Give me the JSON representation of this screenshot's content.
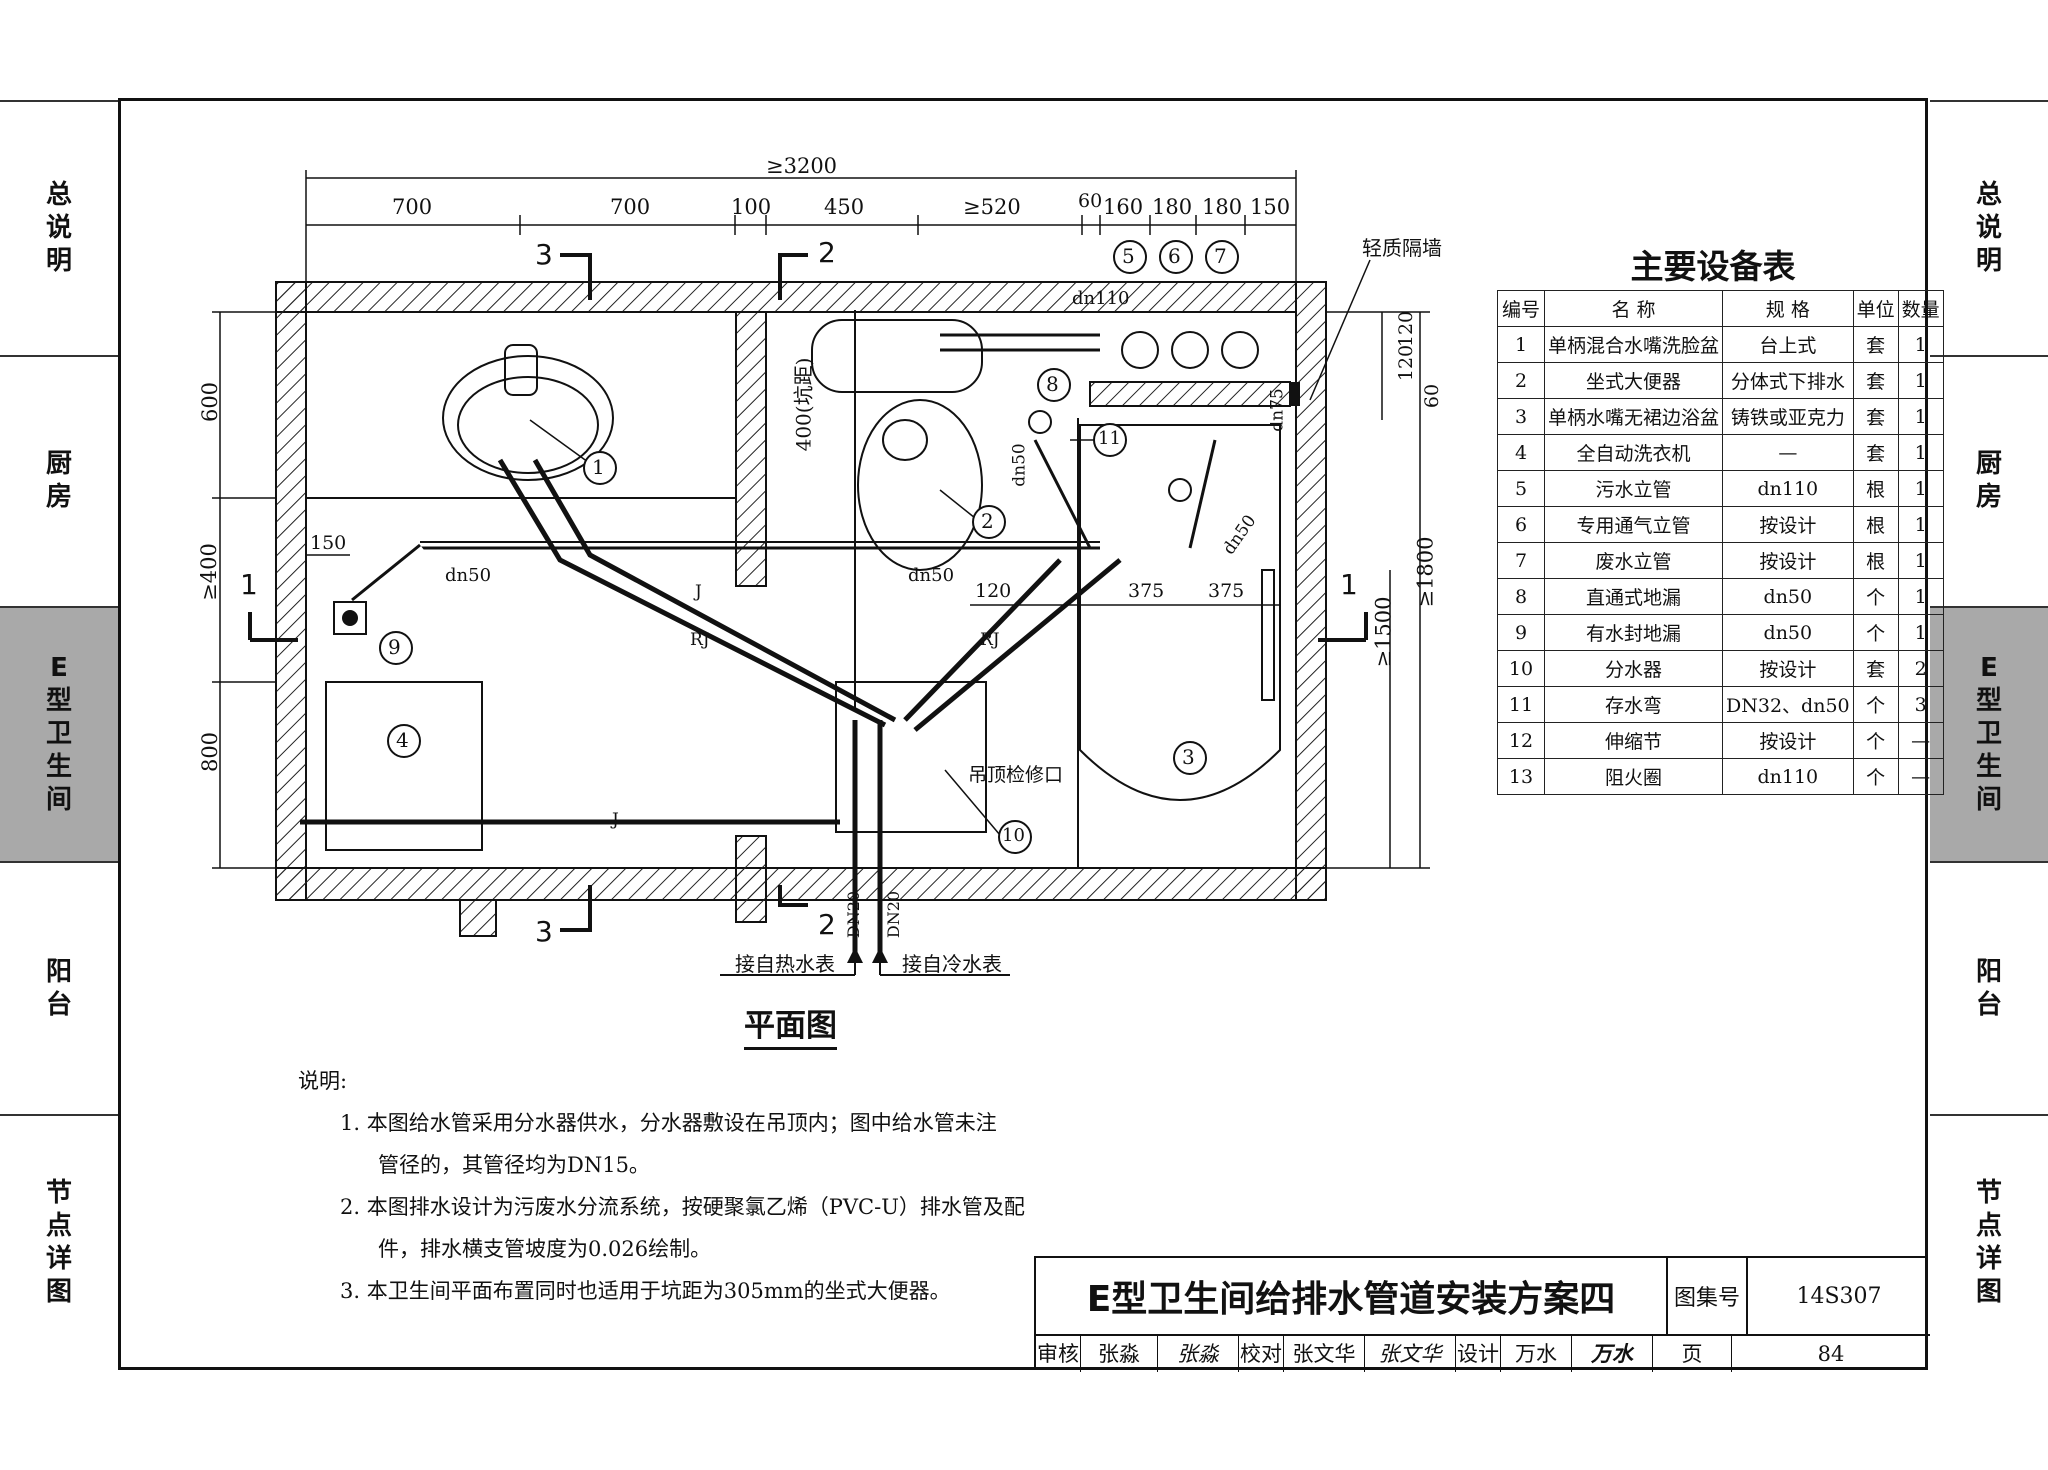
{
  "sidebar_left": [
    {
      "label": "总说明"
    },
    {
      "label": "厨房"
    },
    {
      "label": "E型卫生间",
      "active": true
    },
    {
      "label": "阳台"
    },
    {
      "label": "节点详图"
    }
  ],
  "sidebar_right": [
    {
      "label": "总说明"
    },
    {
      "label": "厨房"
    },
    {
      "label": "E型卫生间",
      "active": true
    },
    {
      "label": "阳台"
    },
    {
      "label": "节点详图"
    }
  ],
  "plan": {
    "title": "平面图",
    "dims_top": {
      "total": "≥3200",
      "d1": "700",
      "d2": "700",
      "d3": "100",
      "d4": "450",
      "d5": "≥520",
      "d6": "60",
      "d7": "160",
      "d8": "180",
      "d9": "180",
      "d10": "150"
    },
    "dims_left": {
      "d1": "600",
      "d2": "≥400",
      "d3": "800"
    },
    "dims_right": {
      "d1": "120",
      "d2": "120",
      "d3": "60",
      "d4": "≥1500",
      "d5": "≥1800"
    },
    "dims_inner": {
      "a": "150",
      "b": "120",
      "c": "375",
      "d": "375"
    },
    "section_marks": {
      "s1": "1",
      "s2": "2",
      "s3": "3"
    },
    "labels": {
      "light_wall": "轻质隔墙",
      "pit_distance": "400(坑距)",
      "ceiling_access": "吊顶检修口",
      "from_hot": "接自热水表",
      "from_cold": "接自冷水表",
      "dn110": "dn110",
      "dn75": "dn75",
      "dn50_a": "dn50",
      "dn50_b": "dn50",
      "dn50_c": "dn50",
      "dn50_d": "dn50",
      "dn20_a": "DN20",
      "dn20_b": "DN20",
      "pipe_j": "J",
      "pipe_rj": "RJ"
    },
    "callouts": [
      "1",
      "2",
      "3",
      "4",
      "5",
      "6",
      "7",
      "8",
      "9",
      "10",
      "11"
    ]
  },
  "equipment": {
    "title": "主要设备表",
    "headers": [
      "编号",
      "名 称",
      "规 格",
      "单位",
      "数量"
    ],
    "rows": [
      [
        "1",
        "单柄混合水嘴洗脸盆",
        "台上式",
        "套",
        "1"
      ],
      [
        "2",
        "坐式大便器",
        "分体式下排水",
        "套",
        "1"
      ],
      [
        "3",
        "单柄水嘴无裙边浴盆",
        "铸铁或亚克力",
        "套",
        "1"
      ],
      [
        "4",
        "全自动洗衣机",
        "—",
        "套",
        "1"
      ],
      [
        "5",
        "污水立管",
        "dn110",
        "根",
        "1"
      ],
      [
        "6",
        "专用通气立管",
        "按设计",
        "根",
        "1"
      ],
      [
        "7",
        "废水立管",
        "按设计",
        "根",
        "1"
      ],
      [
        "8",
        "直通式地漏",
        "dn50",
        "个",
        "1"
      ],
      [
        "9",
        "有水封地漏",
        "dn50",
        "个",
        "1"
      ],
      [
        "10",
        "分水器",
        "按设计",
        "套",
        "2"
      ],
      [
        "11",
        "存水弯",
        "DN32、dn50",
        "个",
        "3"
      ],
      [
        "12",
        "伸缩节",
        "按设计",
        "个",
        "—"
      ],
      [
        "13",
        "阻火圈",
        "dn110",
        "个",
        "—"
      ]
    ]
  },
  "notes": {
    "heading": "说明:",
    "items": [
      {
        "num": "1.",
        "line1": "本图给水管采用分水器供水，分水器敷设在吊顶内；图中给水管未注",
        "line2": "管径的，其管径均为DN15。"
      },
      {
        "num": "2.",
        "line1": "本图排水设计为污废水分流系统，按硬聚氯乙烯（PVC-U）排水管及配",
        "line2": "件，排水横支管坡度为0.026绘制。"
      },
      {
        "num": "3.",
        "line1": "本卫生间平面布置同时也适用于坑距为305mm的坐式大便器。",
        "line2": ""
      }
    ]
  },
  "titleblock": {
    "title": "E型卫生间给排水管道安装方案四",
    "atlas_label": "图集号",
    "atlas_no": "14S307",
    "review_label": "审核",
    "review_name": "张淼",
    "review_sign": "张淼",
    "check_label": "校对",
    "check_name": "张文华",
    "check_sign": "张文华",
    "design_label": "设计",
    "design_name": "万水",
    "design_sign": "万水",
    "page_label": "页",
    "page_no": "84"
  }
}
